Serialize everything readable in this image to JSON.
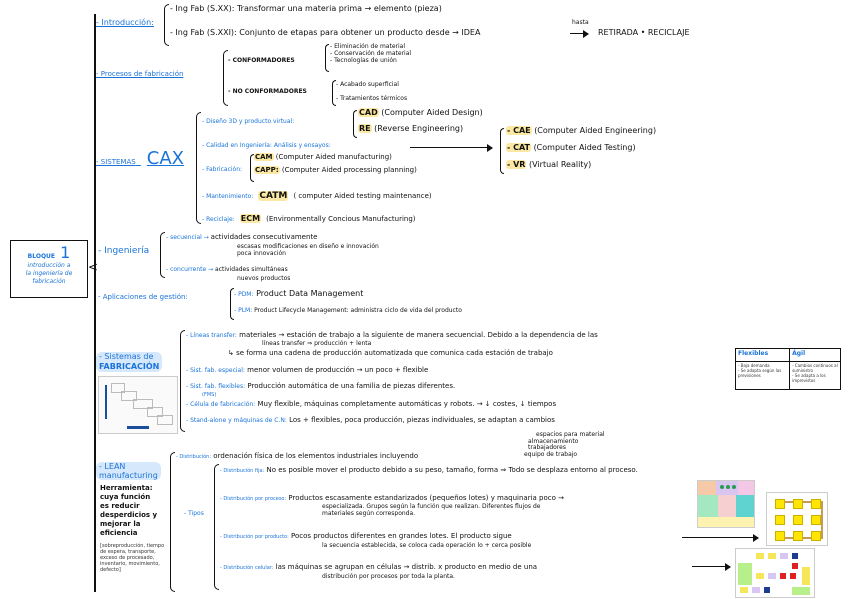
{
  "title_box": {
    "title": "BLOQUE",
    "number": "1",
    "subtitle_lines": [
      "introducción a",
      "la ingeniería de",
      "fabricación"
    ]
  },
  "introduccion": {
    "label": "- Introducción:",
    "items": [
      {
        "key": "- Ing Fab (S.XX):",
        "text": "Transformar una materia prima → elemento (pieza)"
      },
      {
        "key": "- Ing Fab (S.XXI):",
        "text": "Conjunto de etapas para obtener un producto desde → IDEA",
        "arrow_label": "hasta",
        "tail": "RETIRADA • RECICLAJE"
      }
    ]
  },
  "procesos": {
    "label": "- Procesos de fabricación",
    "conformadores": {
      "label": "- CONFORMADORES",
      "items": [
        "- Eliminación de material",
        "- Conservación de material",
        "- Tecnologías de unión"
      ]
    },
    "no_conformadores": {
      "label": "- NO CONFORMADORES",
      "items": [
        "- Acabado superficial",
        "- Tratamientos térmicos"
      ]
    }
  },
  "cax": {
    "label_prefix": "- SISTEMAS",
    "label_big": "CAX",
    "items": [
      {
        "key": "- Diseño 3D y producto virtual:",
        "sub": [
          {
            "acr": "CAD",
            "text": "(Computer Aided Design)"
          },
          {
            "acr": "RE",
            "text": "(Reverse Engineering)"
          }
        ]
      },
      {
        "key": "- Calidad en Ingeniería: Análisis y ensayos:",
        "sub": [
          {
            "acr": "- CAE",
            "text": "(Computer Aided Engineering)"
          },
          {
            "acr": "- CAT",
            "text": "(Computer Aided Testing)"
          },
          {
            "acr": "- VR",
            "text": "(Virtual Reality)"
          }
        ]
      },
      {
        "key": "- Fabricación:",
        "sub": [
          {
            "acr": "CAM",
            "text": "(Computer Aided manufacturing)"
          },
          {
            "acr": "CAPP:",
            "text": "(Computer Aided processing planning)"
          }
        ]
      },
      {
        "key": "- Mantenimiento:",
        "acr": "CATM",
        "text": "( computer Aided testing maintenance)"
      },
      {
        "key": "- Reciclaje:",
        "acr": "ECM",
        "text": "(Environmentally Concious Manufacturing)"
      }
    ]
  },
  "ingenieria": {
    "label": "- Ingeniería",
    "items": [
      {
        "key": "- secuencial →",
        "lines": [
          "actividades consecutivamente",
          "escasas modificaciones en diseño e innovación",
          "poca innovación"
        ]
      },
      {
        "key": "- concurrente →",
        "lines": [
          "actividades simultáneas",
          "nuevos productos"
        ]
      }
    ]
  },
  "gestion": {
    "label": "- Aplicaciones de gestión:",
    "items": [
      {
        "key": "- PDM:",
        "text": "Product Data Management"
      },
      {
        "key": "- PLM:",
        "text": "Product Lifecycle Management: administra ciclo de vida del producto"
      }
    ]
  },
  "sistemas_fab": {
    "label_lines": [
      "- Sistemas de",
      "FABRICACIÓN"
    ],
    "items": [
      {
        "key": "- Líneas transfer:",
        "lines": [
          "materiales → estación de trabajo a la siguiente de manera secuencial. Debido a la dependencia de las",
          "líneas transfer ⇒ producción + lenta",
          "↳ se forma una cadena de producción automatizada que comunica cada estación de trabajo"
        ]
      },
      {
        "key": "- Sist. fab. especial:",
        "text": "menor volumen de producción → un poco + flexible"
      },
      {
        "key": "- Sist. fab. flexibles:",
        "note": "(FMS)",
        "text": "Producción automática de una familia de piezas diferentes."
      },
      {
        "key": "- Célula de fabricación:",
        "text": "Muy flexible, máquinas completamente automáticas y robots. → ↓ costes, ↓ tiempos"
      },
      {
        "key": "- Stand-alone y máquinas de C.N:",
        "text": "Los + flexibles, poca producción, piezas individuales, se adaptan a cambios"
      }
    ],
    "table": {
      "headers": [
        "Flexibles",
        "Ágil"
      ],
      "col1": [
        "- Baja demanda",
        "- Se adapta según las previsiones"
      ],
      "col2": [
        "- Cambios continuos al suministro",
        "- Se adapta a los imprevistos"
      ]
    }
  },
  "lean": {
    "label_lines": [
      "- LEAN",
      "manufacturing"
    ],
    "desc_lines": [
      "Herramienta:",
      "cuya función",
      "es reducir",
      "desperdicios y",
      "mejorar la",
      "eficiencia"
    ],
    "waste_lines": [
      "[sobreproducción, tiempo",
      "de espera, transporte,",
      "exceso de procesado,",
      "inventario, movimiento,",
      "defecto]"
    ],
    "distribucion": {
      "key": "- Distribución:",
      "text": "ordenación física de los elementos industriales incluyendo",
      "branches": [
        "espacios para material",
        "almacenamiento",
        "trabajadores",
        "equipo de trabajo"
      ]
    },
    "tipos_label": "- Tipos",
    "tipos": [
      {
        "key": "- Distribución fija:",
        "text": "No es posible mover el producto debido a su peso, tamaño, forma ⇒ Todo se desplaza entorno al proceso."
      },
      {
        "key": "- Distribución por proceso:",
        "lines": [
          "Productos escasamente estandarizados (pequeños lotes) y maquinaria poco →",
          "especializada. Grupos según la función que realizan. Diferentes flujos de",
          "materiales según corresponda."
        ]
      },
      {
        "key": "- Distribución por producto:",
        "lines": [
          "Pocos productos diferentes en grandes lotes. El producto sigue",
          "la secuencia establecida, se coloca cada operación lo + cerca posible"
        ]
      },
      {
        "key": "- Distribución celular:",
        "lines": [
          "las máquinas se agrupan en células → distrib. x producto en medio de una",
          "distribución por procesos por toda la planta."
        ]
      }
    ]
  },
  "colors": {
    "accent_blue": "#1a73d9",
    "highlight_yellow": "#fbe8a2",
    "highlight_blue": "#d6e8fb"
  }
}
